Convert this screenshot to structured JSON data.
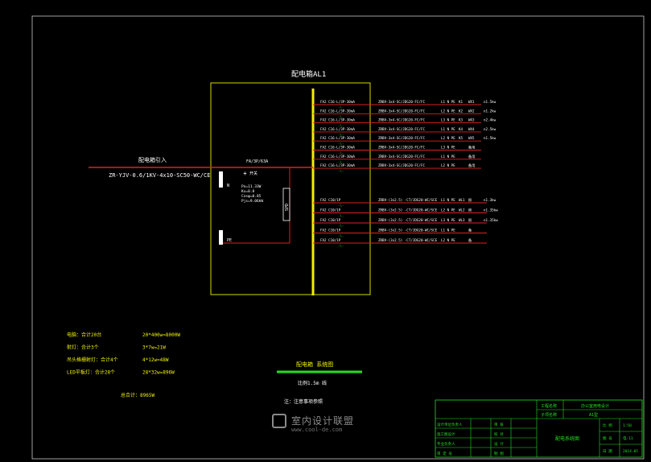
{
  "panel": {
    "title": "配电箱AL1"
  },
  "incoming": {
    "label": "配电箱引入",
    "cable": "ZR-YJV-0.6/1KV-4x10-SC50-WC/CE",
    "main_breaker": "FA/3P/63A",
    "param_pn": "Pn=11.33W",
    "param_kx": "Kx=0.8",
    "param_cos": "Cosφ=0.85",
    "param_pjs": "Pjs=9.06kW",
    "n_label": "N",
    "pe_label": "PE"
  },
  "rcd_branches": [
    {
      "breaker": "FA2  C16-L/3P-30mA",
      "cable": "ZRBV-3x4-SC/JDG20-FC/FC",
      "phase": "L1 N PE",
      "code": "K1",
      "id": "WX1",
      "load": "n1.5kw"
    },
    {
      "breaker": "FA2  C16-L/3P-30mA",
      "cable": "ZRBV-3x4-SC/JDG20-FC/FC",
      "phase": "L2 N PE",
      "code": "K2",
      "id": "WX2",
      "load": "n1.2kw"
    },
    {
      "breaker": "FA2  C16-L/3P-30mA",
      "cable": "ZRBV-3x4-SC/JDG20-FC/FC",
      "phase": "L3 N PE",
      "code": "K3",
      "id": "WX3",
      "load": "n2.4kw"
    },
    {
      "breaker": "FA2  C16-L/3P-30mA",
      "cable": "ZRBV-3x4-SC/JDG20-FC/FC",
      "phase": "L1 N PE",
      "code": "K4",
      "id": "WX4",
      "load": "n2.5kw"
    },
    {
      "breaker": "FA2  C16-L/3P-30mA",
      "cable": "ZRBV-3x4-SC/JDG20-FC/FC",
      "phase": "L2 N PE",
      "code": "K5",
      "id": "WX5",
      "load": "n1.5kw"
    },
    {
      "breaker": "FA2  C16-L/3P-30mA",
      "cable": "ZRBV-3x4-SC/JDG20-FC/FC",
      "phase": "L3 N PE",
      "code": "",
      "id": "备用",
      "load": ""
    },
    {
      "breaker": "FA2  C16-L/3P-30mA",
      "cable": "ZRBV-3x4-SC/JDG20-FC/FC",
      "phase": "L1 N PE",
      "code": "",
      "id": "备用",
      "load": ""
    },
    {
      "breaker": "FA2  C16-L/3P-30mA",
      "cable": "ZRBV-3x4-SC/JDG20-FC/FC",
      "phase": "L2 N PE",
      "code": "",
      "id": "备用",
      "load": ""
    }
  ],
  "light_branches": [
    {
      "breaker": "FA2  C10/1P",
      "cable": "ZRBV-(3x2.5) -CT/JDG20-WC/SCE",
      "phase": "L1 N PE",
      "code": "WL1",
      "id": "照",
      "load": "n1.3kw"
    },
    {
      "breaker": "FA2  C10/1P",
      "cable": "ZRBV-(3x2.5) -CT/JDG20-WC/SCE",
      "phase": "L2 N PE",
      "code": "WL2",
      "id": "照",
      "load": "n1.35kw"
    },
    {
      "breaker": "FA2  C10/1P",
      "cable": "ZRBV-(3x2.5) -CT/JDG20-WC/SCE",
      "phase": "L3 N PE",
      "code": "WL3",
      "id": "照",
      "load": "n1.35kw"
    },
    {
      "breaker": "FA2  C10/1P",
      "cable": "ZRBV-(3x2.5) -CT/JDG20-WC/SCE",
      "phase": "L1 N PE",
      "code": "",
      "id": "备",
      "load": ""
    },
    {
      "breaker": "FA2  C10/1P",
      "cable": "ZRBV-(3x2.5) -CT/JDG20-WC/SCE",
      "phase": "L2 N PE",
      "code": "",
      "id": "备",
      "load": ""
    }
  ],
  "spd": "SPD",
  "loads": [
    {
      "name": "电脑：合计20台",
      "calc": "20*400w=8000W"
    },
    {
      "name": "射灯：合计3个",
      "calc": "3*7w=21W"
    },
    {
      "name": "吊头格栅射灯：合计4个",
      "calc": "4*12w=48W"
    },
    {
      "name": "LED平板灯：合计28个",
      "calc": "28*32w=896W"
    }
  ],
  "total": "总合计：8965W",
  "legend": {
    "title": "配电箱   系统图",
    "scale": "比例1.5m 线",
    "note": "注：注意事项参照"
  },
  "watermark": {
    "brand": "室内设计联盟",
    "url": "www.cool-de.com"
  },
  "title_block": {
    "project_label": "工程名称",
    "project_value": "办公室用电设计",
    "drawing_label": "子项名称",
    "drawing_value": "A1型",
    "rows": [
      {
        "label": "设计单位负责人",
        "sub": "审 核"
      },
      {
        "label": "施工图设计",
        "sub": "校 对"
      },
      {
        "label": "专业负责人",
        "sub": "设 计"
      },
      {
        "label": "审 定 号",
        "sub": "制 图"
      }
    ],
    "drawing_name": "配电系统图",
    "scale_label": "比 例",
    "scale_value": "1:50",
    "sheet_label": "图 号",
    "sheet_value": "电-11",
    "date_label": "日 期",
    "date_value": "2014.05"
  }
}
